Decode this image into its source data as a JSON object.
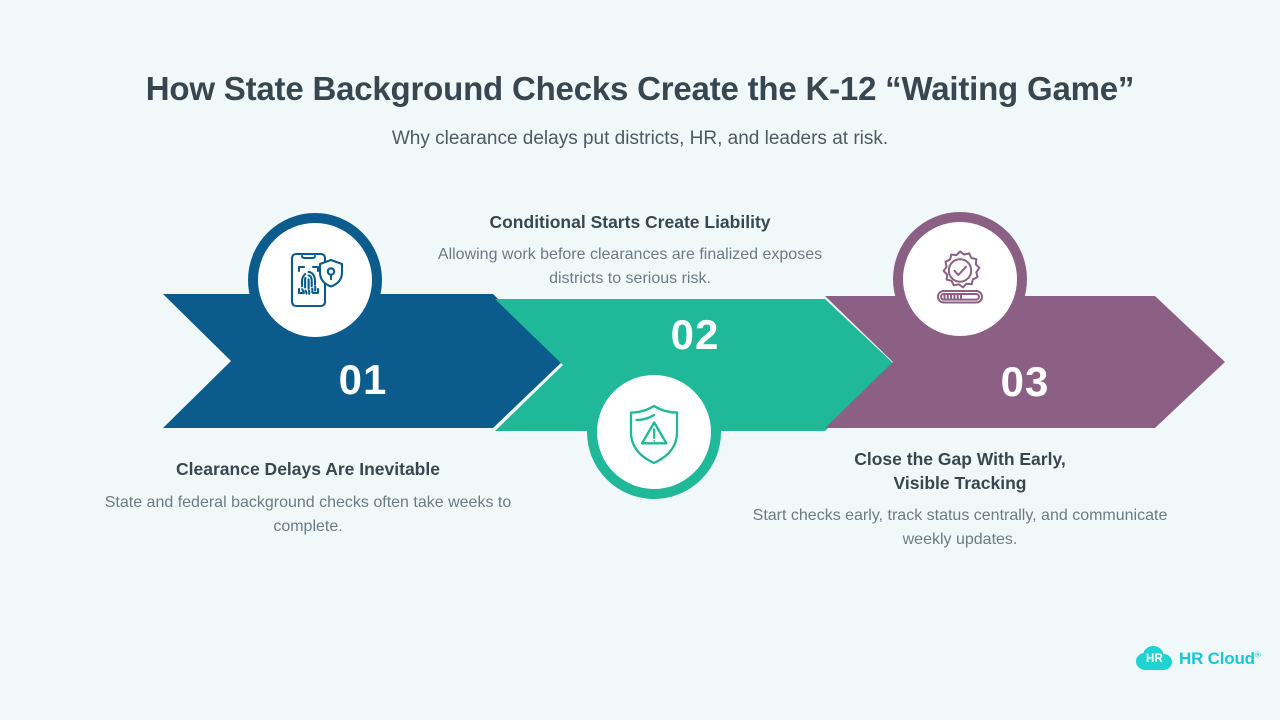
{
  "header": {
    "title": "How State Background Checks Create the K-12 “Waiting Game”",
    "subtitle": "Why clearance delays put districts, HR, and leaders at risk."
  },
  "colors": {
    "background": "#f1f8fa",
    "step1": "#0b5c8c",
    "step2": "#1fb898",
    "step3": "#8c6084",
    "heading_text": "#38474f",
    "body_text": "#6b7b85",
    "logo_cloud": "#1fd3d3",
    "logo_text": "#17c8d4"
  },
  "steps": [
    {
      "number": "01",
      "color": "#0b5c8c",
      "icon": "smartphone-fingerprint-shield-icon",
      "caption_position": "below",
      "title": "Clearance Delays Are Inevitable",
      "body": "State and federal background checks often take weeks to complete."
    },
    {
      "number": "02",
      "color": "#1fb898",
      "icon": "shield-warning-icon",
      "caption_position": "above",
      "title": "Conditional Starts Create Liability",
      "body": "Allowing work before clearances are finalized exposes districts to serious risk."
    },
    {
      "number": "03",
      "color": "#8c6084",
      "icon": "gear-check-progress-icon",
      "caption_position": "below",
      "title_line1": "Close the Gap With Early,",
      "title_line2": "Visible Tracking",
      "body": "Start checks early, track status centrally, and communicate weekly updates."
    }
  ],
  "logo": {
    "mark_text": "HR",
    "name": "HR Cloud",
    "registered": "®"
  }
}
